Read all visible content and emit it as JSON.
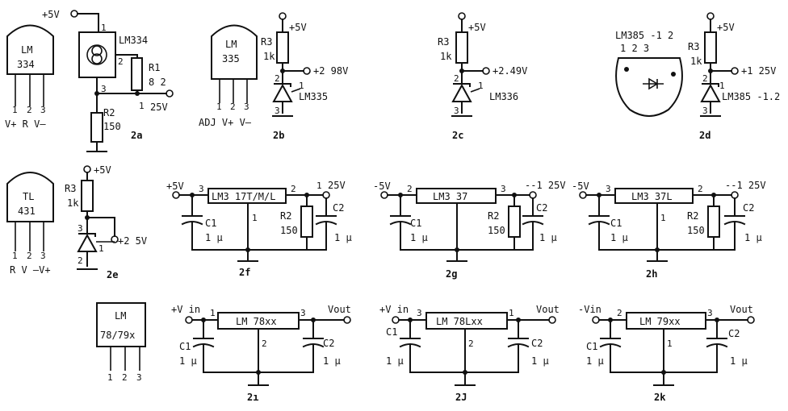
{
  "fig2a": {
    "supply": "+5V",
    "pkg_line1": "LM",
    "pkg_line2": "334",
    "pins": [
      "1",
      "2",
      "3"
    ],
    "pin_names": "V+  R  V—",
    "ic": "LM334",
    "pin1": "1",
    "pin2": "2",
    "pin3": "3",
    "r1": "R1",
    "r1v": "8 2",
    "r2": "R2",
    "r2v": "150",
    "out_pin": "1",
    "out": "25V",
    "caption": "2a"
  },
  "fig2b": {
    "supply": "+5V",
    "pkg_line1": "LM",
    "pkg_line2": "335",
    "pins": [
      "1",
      "2",
      "3"
    ],
    "pin_names": "ADJ V+ V—",
    "r": "R3",
    "rv": "1k",
    "out": "+2 98V",
    "zener": "LM335",
    "p1": "1",
    "p2": "2",
    "p3": "3",
    "caption": "2b"
  },
  "fig2c": {
    "supply": "+5V",
    "r": "R3",
    "rv": "1k",
    "out": "+2.49V",
    "zener": "LM336",
    "p1": "1",
    "p2": "2",
    "p3": "3",
    "caption": "2c"
  },
  "fig2d": {
    "pkg_title": "LM385 -1 2",
    "pkg_pins": "1    2    3",
    "supply": "+5V",
    "r": "R3",
    "rv": "1k",
    "out": "+1 25V",
    "zener": "LM385 -1.2",
    "p1": "1",
    "p2": "2",
    "p3": "3",
    "caption": "2d"
  },
  "fig2e": {
    "pkg_line1": "TL",
    "pkg_line2": "431",
    "pins": [
      "1",
      "2",
      "3"
    ],
    "pin_names": "R V —V+",
    "supply": "+5V",
    "r": "R3",
    "rv": "1k",
    "out": "+2 5V",
    "p1": "1",
    "p2": "2",
    "p3": "3",
    "caption": "2e"
  },
  "fig2f": {
    "in": "+5V",
    "ic": "LM3 17T/M/L",
    "pin_in": "3",
    "pin_out": "2",
    "pin_gnd": "1",
    "out_pin": "1",
    "out": "25V",
    "c1": "C1",
    "c1v": "1 μ",
    "r": "R2",
    "rv": "150",
    "c2": "C2",
    "c2v": "1 μ",
    "caption": "2f"
  },
  "fig2g": {
    "in": "-5V",
    "ic": "LM3 37",
    "pin_in": "2",
    "pin_out": "3",
    "out": "--1 25V",
    "c1": "C1",
    "c1v": "1 μ",
    "r": "R2",
    "rv": "150",
    "c2": "C2",
    "c2v": "1 μ",
    "caption": "2g"
  },
  "fig2h": {
    "in": "-5V",
    "ic": "LM3 37L",
    "pin_in": "3",
    "pin_out": "2",
    "pin_gnd": "1",
    "out": "--1 25V",
    "c1": "C1",
    "c1v": "1 μ",
    "r": "R2",
    "rv": "150",
    "c2": "C2",
    "c2v": "1 μ",
    "caption": "2h"
  },
  "fig2i": {
    "pkg_line1": "LM",
    "pkg_line2": "78/79x",
    "pins": [
      "1",
      "2",
      "3"
    ],
    "in": "+V in",
    "ic": "LM 78xx",
    "pin_in": "1",
    "pin_out": "3",
    "pin_gnd": "2",
    "out": "Vout",
    "c1": "C1",
    "c1v": "1 μ",
    "c2": "C2",
    "c2v": "1 μ",
    "caption": "2ı"
  },
  "fig2j": {
    "in": "+V in",
    "ic": "LM 78Lxx",
    "pin_in": "3",
    "pin_out": "1",
    "pin_gnd": "2",
    "out": "Vout",
    "c1": "C1",
    "c1v": "1 μ",
    "c2": "C2",
    "c2v": "1 μ",
    "caption": "2J"
  },
  "fig2k": {
    "in": "-Vin",
    "ic": "LM 79xx",
    "pin_in": "2",
    "pin_out": "3",
    "pin_gnd": "1",
    "out": "Vout",
    "c1": "C1",
    "c1v": "1 μ",
    "c2": "C2",
    "c2v": "1 μ",
    "caption": "2k"
  }
}
